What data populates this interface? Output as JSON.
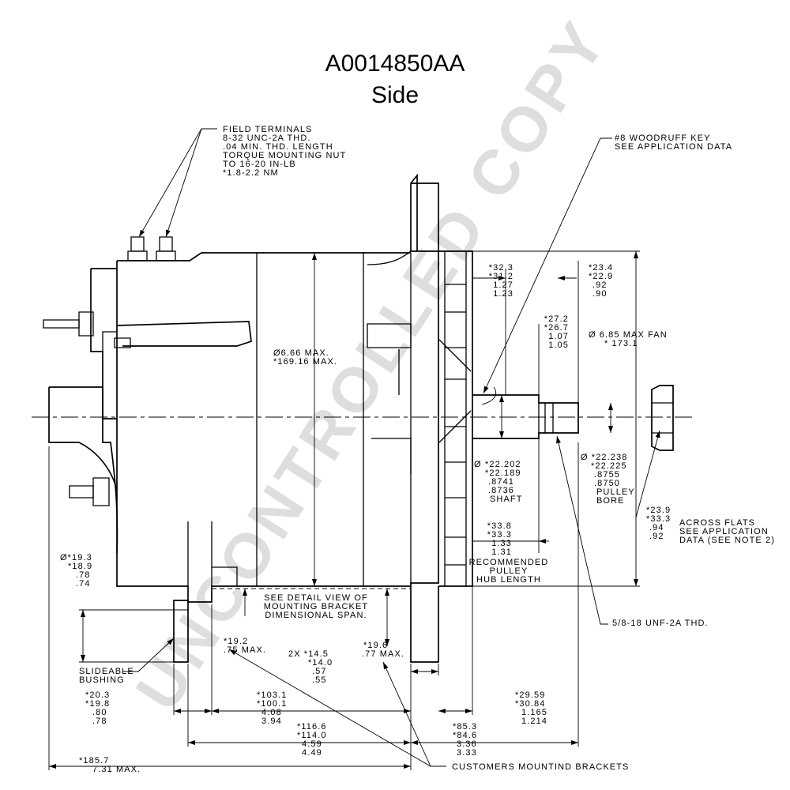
{
  "title": "A0014850AA",
  "subtitle": "Side",
  "watermark": "UNCONTROLLED COPY",
  "labels": {
    "field_terminals": [
      "FIELD TERMINALS",
      "8-32 UNC-2A THD.",
      ".04 MIN. THD. LENGTH",
      "TORQUE MOUNTING NUT",
      "TO 16-20 IN-LB",
      "*1.8-2.2 NM"
    ],
    "woodruff_key": [
      "#8 WOODRUFF KEY",
      "SEE APPLICATION DATA"
    ],
    "fan_top": [
      "*32.3",
      "*31.2",
      "1.27",
      "1.23"
    ],
    "key_top": [
      "*23.4",
      "*22.9",
      ".92",
      ".90"
    ],
    "hub_top": [
      "*27.2",
      "*26.7",
      "1.07",
      "1.05"
    ],
    "fan_dia": [
      "Ø 6.85 MAX FAN",
      "* 173.1"
    ],
    "body_dia": [
      "Ø6.66 MAX.",
      "*169.16 MAX."
    ],
    "shaft_sym": "Ø",
    "shaft": [
      "*22.202",
      "*22.189",
      ".8741",
      ".8736",
      "SHAFT"
    ],
    "bore": [
      "Ø *22.238",
      "*22.225",
      ".8755",
      ".8750",
      "PULLEY",
      "BORE"
    ],
    "flats_values": [
      "*23.9",
      "*33.3",
      ".94",
      ".92"
    ],
    "flats_text": [
      "ACROSS FLATS",
      "SEE APPLICATION",
      "DATA (SEE NOTE 2)"
    ],
    "hub_length": [
      "*33.8",
      "*33.3",
      "1.33",
      "1.31",
      "RECOMMENDED",
      "PULLEY",
      "HUB LENGTH"
    ],
    "bushing_dia": [
      "Ø*19.3",
      "*18.9",
      ".78",
      ".74"
    ],
    "detail_view": [
      "SEE DETAIL VIEW OF",
      "MOUNTING BRACKET",
      "DIMENSIONAL SPAN."
    ],
    "thread": "5/8-18 UNF-2A THD.",
    "bracket_left": [
      "*19.2",
      ".75 MAX."
    ],
    "bracket_width": [
      "2X *14.5",
      "*14.0",
      ".57",
      ".55"
    ],
    "bracket_right": [
      "*19.6",
      ".77 MAX."
    ],
    "slideable": [
      "SLIDEABLE",
      "BUSHING"
    ],
    "dim_20": [
      "*20.3",
      "*19.8",
      ".80",
      ".78"
    ],
    "dim_103": [
      "*103.1",
      "*100.1",
      "4.08",
      "3.94"
    ],
    "dim_29": [
      "*29.59",
      "*30.84",
      "1.165",
      "1.214"
    ],
    "dim_116": [
      "*116.6",
      "*114.0",
      "4.59",
      "4.49"
    ],
    "dim_85": [
      "*85.3",
      "*84.6",
      "3.36",
      "3.33"
    ],
    "dim_overall": [
      "*185.7",
      "7.31 MAX."
    ],
    "customers": "CUSTOMERS MOUNTIND BRACKETS"
  }
}
